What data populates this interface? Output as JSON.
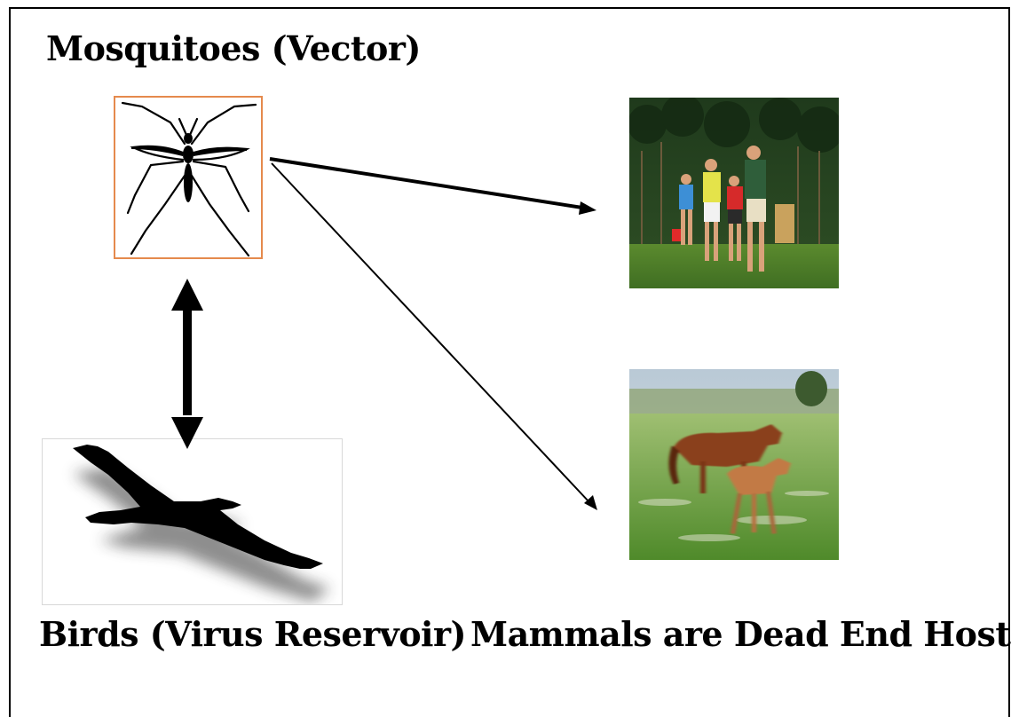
{
  "labels": {
    "vector": "Mosquitoes (Vector)",
    "reservoir": "Birds (Virus Reservoir)",
    "dead_end": "Mammals are Dead End Hosts"
  },
  "images": {
    "mosquito": "mosquito-drawing",
    "bird": "bird-silhouette",
    "family": "family-walking-photo",
    "horses": "horses-running-photo"
  },
  "colors": {
    "mosquito_border": "#e58a4d",
    "arrow": "#000000"
  }
}
